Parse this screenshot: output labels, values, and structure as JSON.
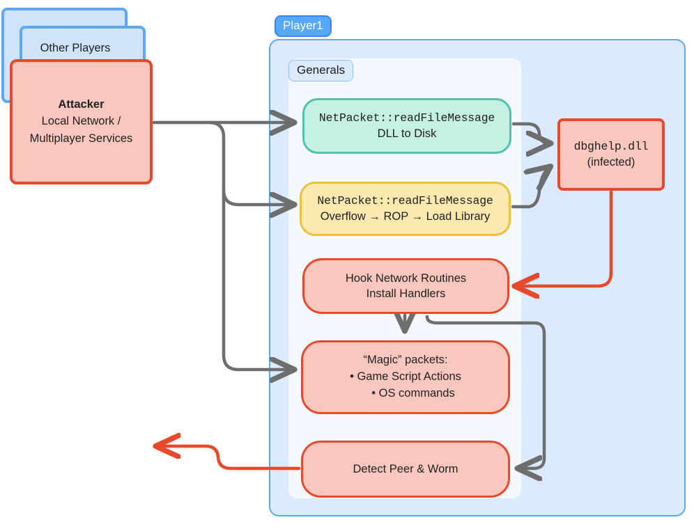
{
  "diagram": {
    "title_visible": false,
    "colors": {
      "red_stroke": "#e8492a",
      "red_fill": "#fac7bf",
      "green_stroke": "#4fc3ad",
      "green_fill": "#c5f0e4",
      "yellow_stroke": "#ecc03c",
      "yellow_fill": "#fce9b0",
      "blue_stroke": "#5aa9f7",
      "blue_fill": "#dbeafe",
      "panel_fill": "#f3f9ff",
      "gray_arrow": "#6e6e6e",
      "label_blue": "#56a9f8"
    }
  },
  "containers": {
    "player": {
      "label": "Player1"
    },
    "generals": {
      "label": "Generals"
    }
  },
  "nodes": {
    "attacker": {
      "title": "Attacker",
      "line2": "Local Network /",
      "line3": "Multiplayer Services"
    },
    "other_players": {
      "label": "Other Players"
    },
    "read_file_message_disk": {
      "code": "NetPacket::readFileMessage",
      "detail": "DLL to Disk"
    },
    "read_file_message_overflow": {
      "code": "NetPacket::readFileMessage",
      "detail": "Overflow → ROP → Load Library"
    },
    "dbghelp": {
      "code": "dbghelp.dll",
      "detail": "(infected)"
    },
    "hook": {
      "line1": "Hook Network Routines",
      "line2": "Install Handlers"
    },
    "magic": {
      "line1": "“Magic” packets:",
      "bullet1": "• Game Script Actions",
      "bullet2": "• OS commands"
    },
    "detect": {
      "label": "Detect Peer & Worm"
    }
  },
  "edges": [
    {
      "name": "attacker-to-read-disk",
      "color": "#6e6e6e",
      "label": ""
    },
    {
      "name": "attacker-to-read-overflow",
      "color": "#6e6e6e",
      "label": ""
    },
    {
      "name": "attacker-to-magic",
      "color": "#6e6e6e",
      "label": ""
    },
    {
      "name": "read-disk-to-dbghelp",
      "color": "#6e6e6e",
      "label": ""
    },
    {
      "name": "read-overflow-to-dbghelp",
      "color": "#6e6e6e",
      "label": ""
    },
    {
      "name": "dbghelp-to-hook",
      "color": "#e8492a",
      "label": ""
    },
    {
      "name": "hook-to-magic",
      "color": "#6e6e6e",
      "label": ""
    },
    {
      "name": "hook-to-detect",
      "color": "#6e6e6e",
      "label": ""
    },
    {
      "name": "detect-to-other-players",
      "color": "#e8492a",
      "label": ""
    }
  ]
}
